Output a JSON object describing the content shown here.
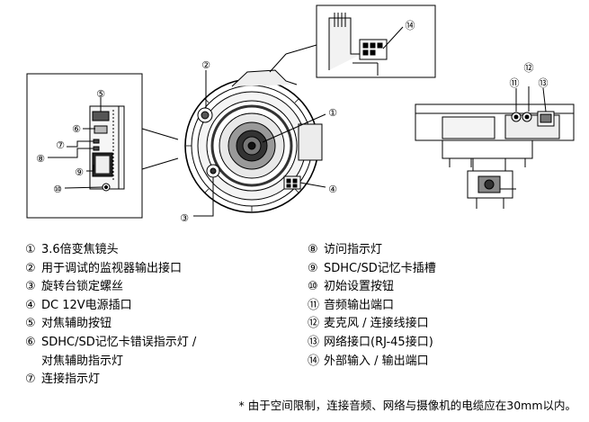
{
  "callouts": [
    "①",
    "②",
    "③",
    "④",
    "⑤",
    "⑥",
    "⑦",
    "⑧",
    "⑨",
    "⑩",
    "⑪",
    "⑫",
    "⑬",
    "⑭"
  ],
  "legend_left": [
    {
      "num": "①",
      "text": "3.6倍变焦镜头"
    },
    {
      "num": "②",
      "text": "用于调试的监视器输出接口"
    },
    {
      "num": "③",
      "text": "旋转台锁定螺丝"
    },
    {
      "num": "④",
      "text": "DC 12V电源插口"
    },
    {
      "num": "⑤",
      "text": "对焦辅助按钮"
    },
    {
      "num": "⑥",
      "text": "SDHC/SD记忆卡错误指示灯 /",
      "cont": "对焦辅助指示灯"
    },
    {
      "num": "⑦",
      "text": "连接指示灯"
    }
  ],
  "legend_right": [
    {
      "num": "⑧",
      "text": "访问指示灯"
    },
    {
      "num": "⑨",
      "text": "SDHC/SD记忆卡插槽"
    },
    {
      "num": "⑩",
      "text": "初始设置按钮"
    },
    {
      "num": "⑪",
      "text": "音频输出端口"
    },
    {
      "num": "⑫",
      "text": "麦克风 / 连接线接口"
    },
    {
      "num": "⑬",
      "text": "网络接口(RJ-45接口)"
    },
    {
      "num": "⑭",
      "text": "外部输入 / 输出端口"
    }
  ],
  "footnote": "* 由于空间限制，连接音频、网络与摄像机的电缆应在30mm以内。"
}
